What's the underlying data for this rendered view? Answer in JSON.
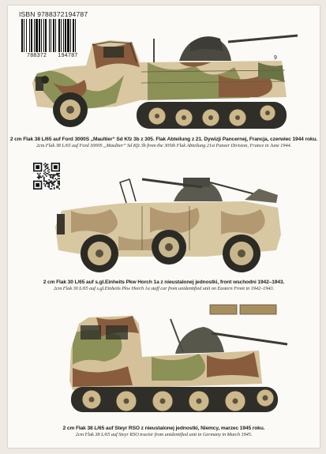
{
  "barcode": {
    "isbn": "ISBN 9788372194787",
    "digits_left": "788372",
    "digits_right": "194787"
  },
  "vehicles": [
    {
      "caption_pl": "2 cm Flak 38 L/65 auf Ford 3000S „Maultier“ Sd Kfz 3b z 305. Flak Abteilung z 21. Dywizji Pancernej, Francja, czerwiec 1944 roku.",
      "caption_en": "2cm Flak 38 L/65 auf Ford 3000S „Maultier“ Sd Kfz 3b from the 305th Flak Abteilung 21st Panzer Division, France in June 1944."
    },
    {
      "caption_pl": "2 cm Flak 30 L/65 auf s.gl.Einheits Pkw Horch 1a z nieustalonej jednostki, front wschodni 1942–1943.",
      "caption_en": "2cm Flak 30 L/65 auf s.gl.Einheits Pkw Horch 1a staff car from unidentified unit on Eastern Front in 1942–1943."
    },
    {
      "caption_pl": "2 cm Flak 38 L/65 auf Steyr RSO z nieustalonej jednostki, Niemcy, marzec 1945 roku.",
      "caption_en": "2cm Flak 38 L/65 auf Steyr RSO tractor from unidentified unit in Germany in March 1945."
    }
  ],
  "marking_number": "9",
  "colors": {
    "sand": "#d5c39a",
    "olive": "#858a55",
    "brown": "#8a5a3c",
    "dark_green": "#5d6840"
  }
}
